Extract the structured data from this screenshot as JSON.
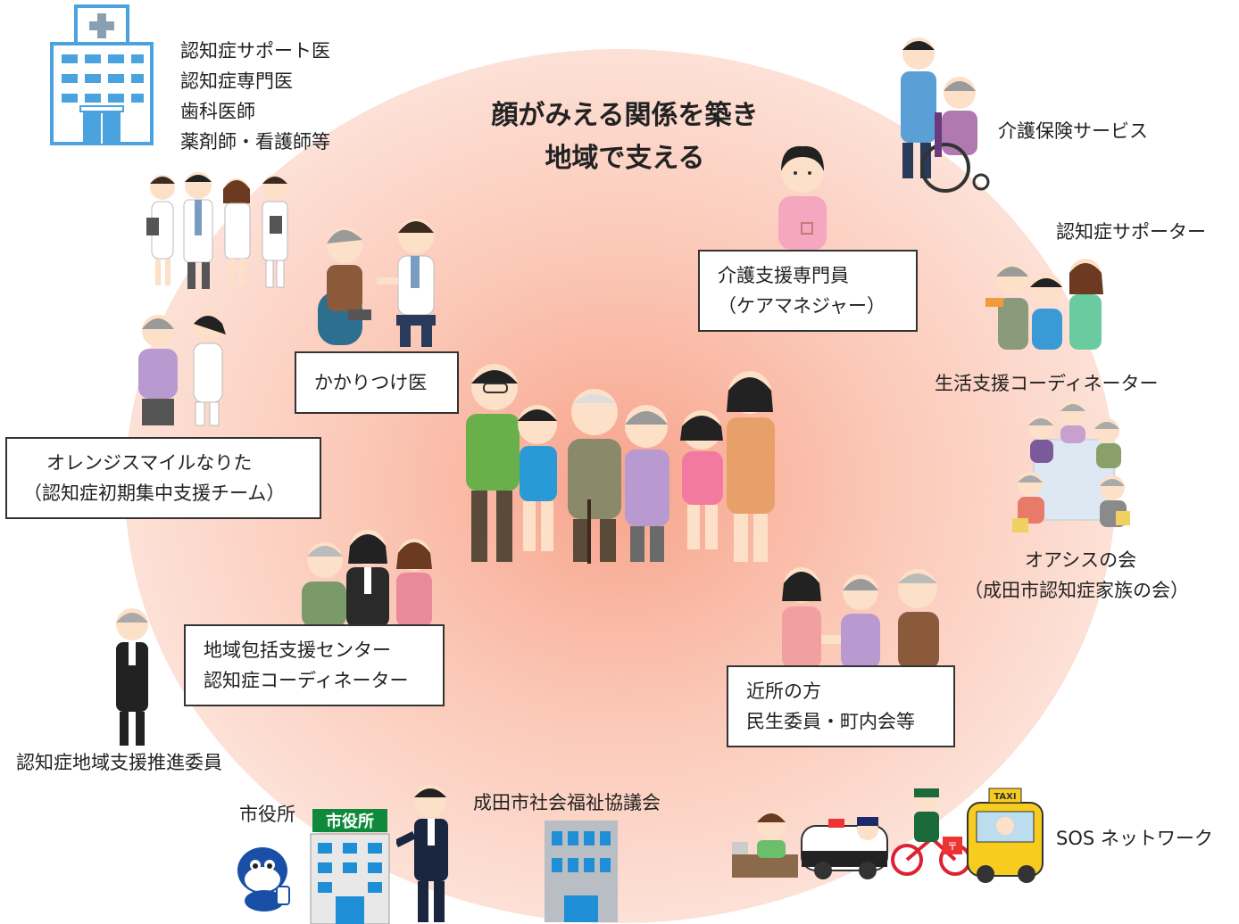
{
  "headline": {
    "line1": "顔がみえる関係を築き",
    "line2": "地域で支える"
  },
  "hospital": {
    "roles": [
      "認知症サポート医",
      "認知症専門医",
      "歯科医師",
      "薬剤師・看護師等"
    ],
    "icon": "hospital-icon",
    "color": "#4aa3df"
  },
  "labels": {
    "kaigo_hoken": "介護保険サービス",
    "supporter": "認知症サポーター",
    "seikatsu": "生活支援コーディネーター",
    "oasis_1": "オアシスの会",
    "oasis_2": "（成田市認知症家族の会）",
    "suishin": "認知症地域支援推進委員",
    "shiyakusho": "市役所",
    "shakyo": "成田市社会福祉協議会",
    "sos": "SOS ネットワーク"
  },
  "boxes": {
    "kakaritsuke": "かかりつけ医",
    "care_manager_1": "介護支援専門員",
    "care_manager_2": "（ケアマネジャー）",
    "orange_1": "オレンジスマイルなりた",
    "orange_2": "（認知症初期集中支援チーム）",
    "houkatsu_1": "地域包括支援センター",
    "houkatsu_2": "認知症コーディネーター",
    "kinjo_1": "近所の方",
    "kinjo_2": "民生委員・町内会等"
  },
  "city_hall_sign": "市役所",
  "taxi_sign": "TAXI",
  "post_mark": "〒",
  "colors": {
    "circle": "#fbc8b7",
    "circle_center": "#f7a48c",
    "building_blue": "#1e8fd6"
  }
}
